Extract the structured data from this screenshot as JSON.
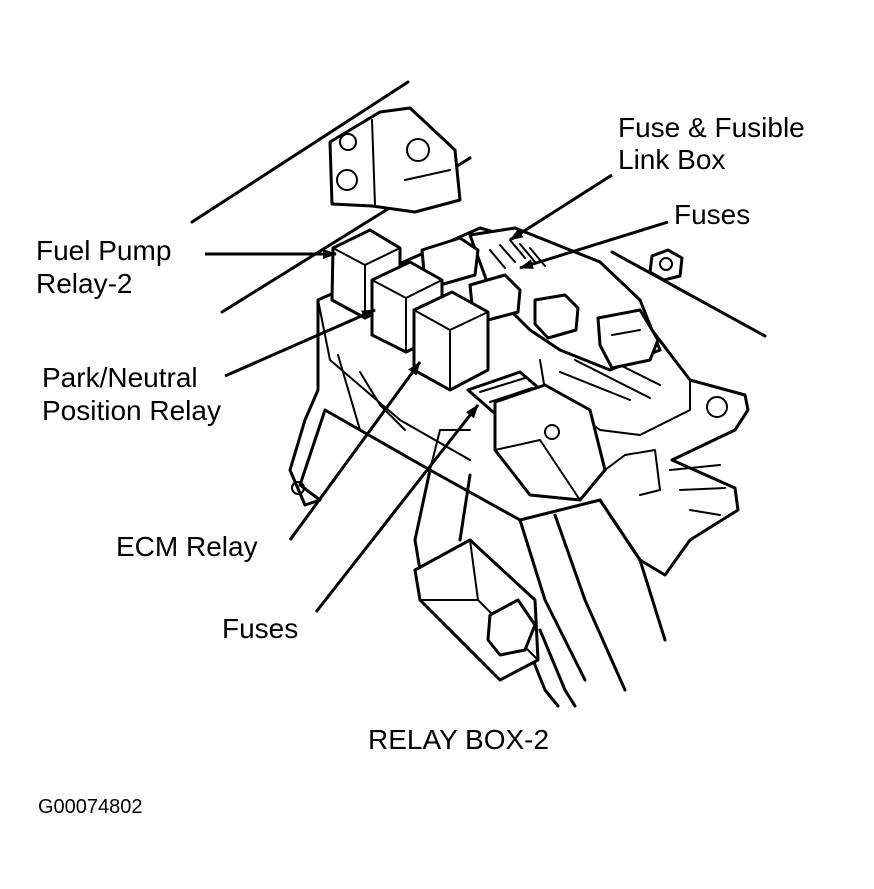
{
  "labels": {
    "fuse_link_box_line1": "Fuse & Fusible",
    "fuse_link_box_line2": "Link Box",
    "fuses_top": "Fuses",
    "fuel_pump_line1": "Fuel Pump",
    "fuel_pump_line2": "Relay-2",
    "park_neutral_line1": "Park/Neutral",
    "park_neutral_line2": "Position Relay",
    "ecm_relay": "ECM Relay",
    "fuses_bottom": "Fuses"
  },
  "caption": "RELAY BOX-2",
  "figure_id": "G00074802",
  "colors": {
    "ink": "#000000",
    "background": "#ffffff"
  }
}
